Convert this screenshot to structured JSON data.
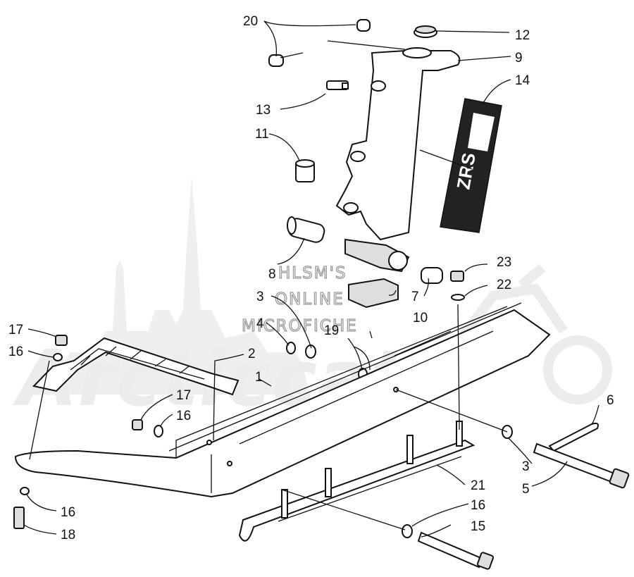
{
  "diagram": {
    "watermark_lines": [
      "HLSM'S",
      "ONLINE",
      "MICROFICHE"
    ],
    "watermark_logo": "Arcticcat",
    "decal_text": "ZRS",
    "callouts": [
      {
        "id": "c20",
        "label": "20"
      },
      {
        "id": "c12",
        "label": "12"
      },
      {
        "id": "c9",
        "label": "9"
      },
      {
        "id": "c14",
        "label": "14"
      },
      {
        "id": "c13",
        "label": "13"
      },
      {
        "id": "c11",
        "label": "11"
      },
      {
        "id": "c8",
        "label": "8"
      },
      {
        "id": "c23",
        "label": "23"
      },
      {
        "id": "c22",
        "label": "22"
      },
      {
        "id": "c7",
        "label": "7"
      },
      {
        "id": "c10",
        "label": "10"
      },
      {
        "id": "c3a",
        "label": "3"
      },
      {
        "id": "c4",
        "label": "4"
      },
      {
        "id": "c19",
        "label": "19"
      },
      {
        "id": "c17a",
        "label": "17"
      },
      {
        "id": "c16a",
        "label": "16"
      },
      {
        "id": "c2",
        "label": "2"
      },
      {
        "id": "c1",
        "label": "1"
      },
      {
        "id": "c17b",
        "label": "17"
      },
      {
        "id": "c16b",
        "label": "16"
      },
      {
        "id": "c6",
        "label": "6"
      },
      {
        "id": "c3b",
        "label": "3"
      },
      {
        "id": "c5",
        "label": "5"
      },
      {
        "id": "c21",
        "label": "21"
      },
      {
        "id": "c16c",
        "label": "16"
      },
      {
        "id": "c18",
        "label": "18"
      },
      {
        "id": "c16d",
        "label": "16"
      },
      {
        "id": "c15",
        "label": "15"
      }
    ]
  }
}
